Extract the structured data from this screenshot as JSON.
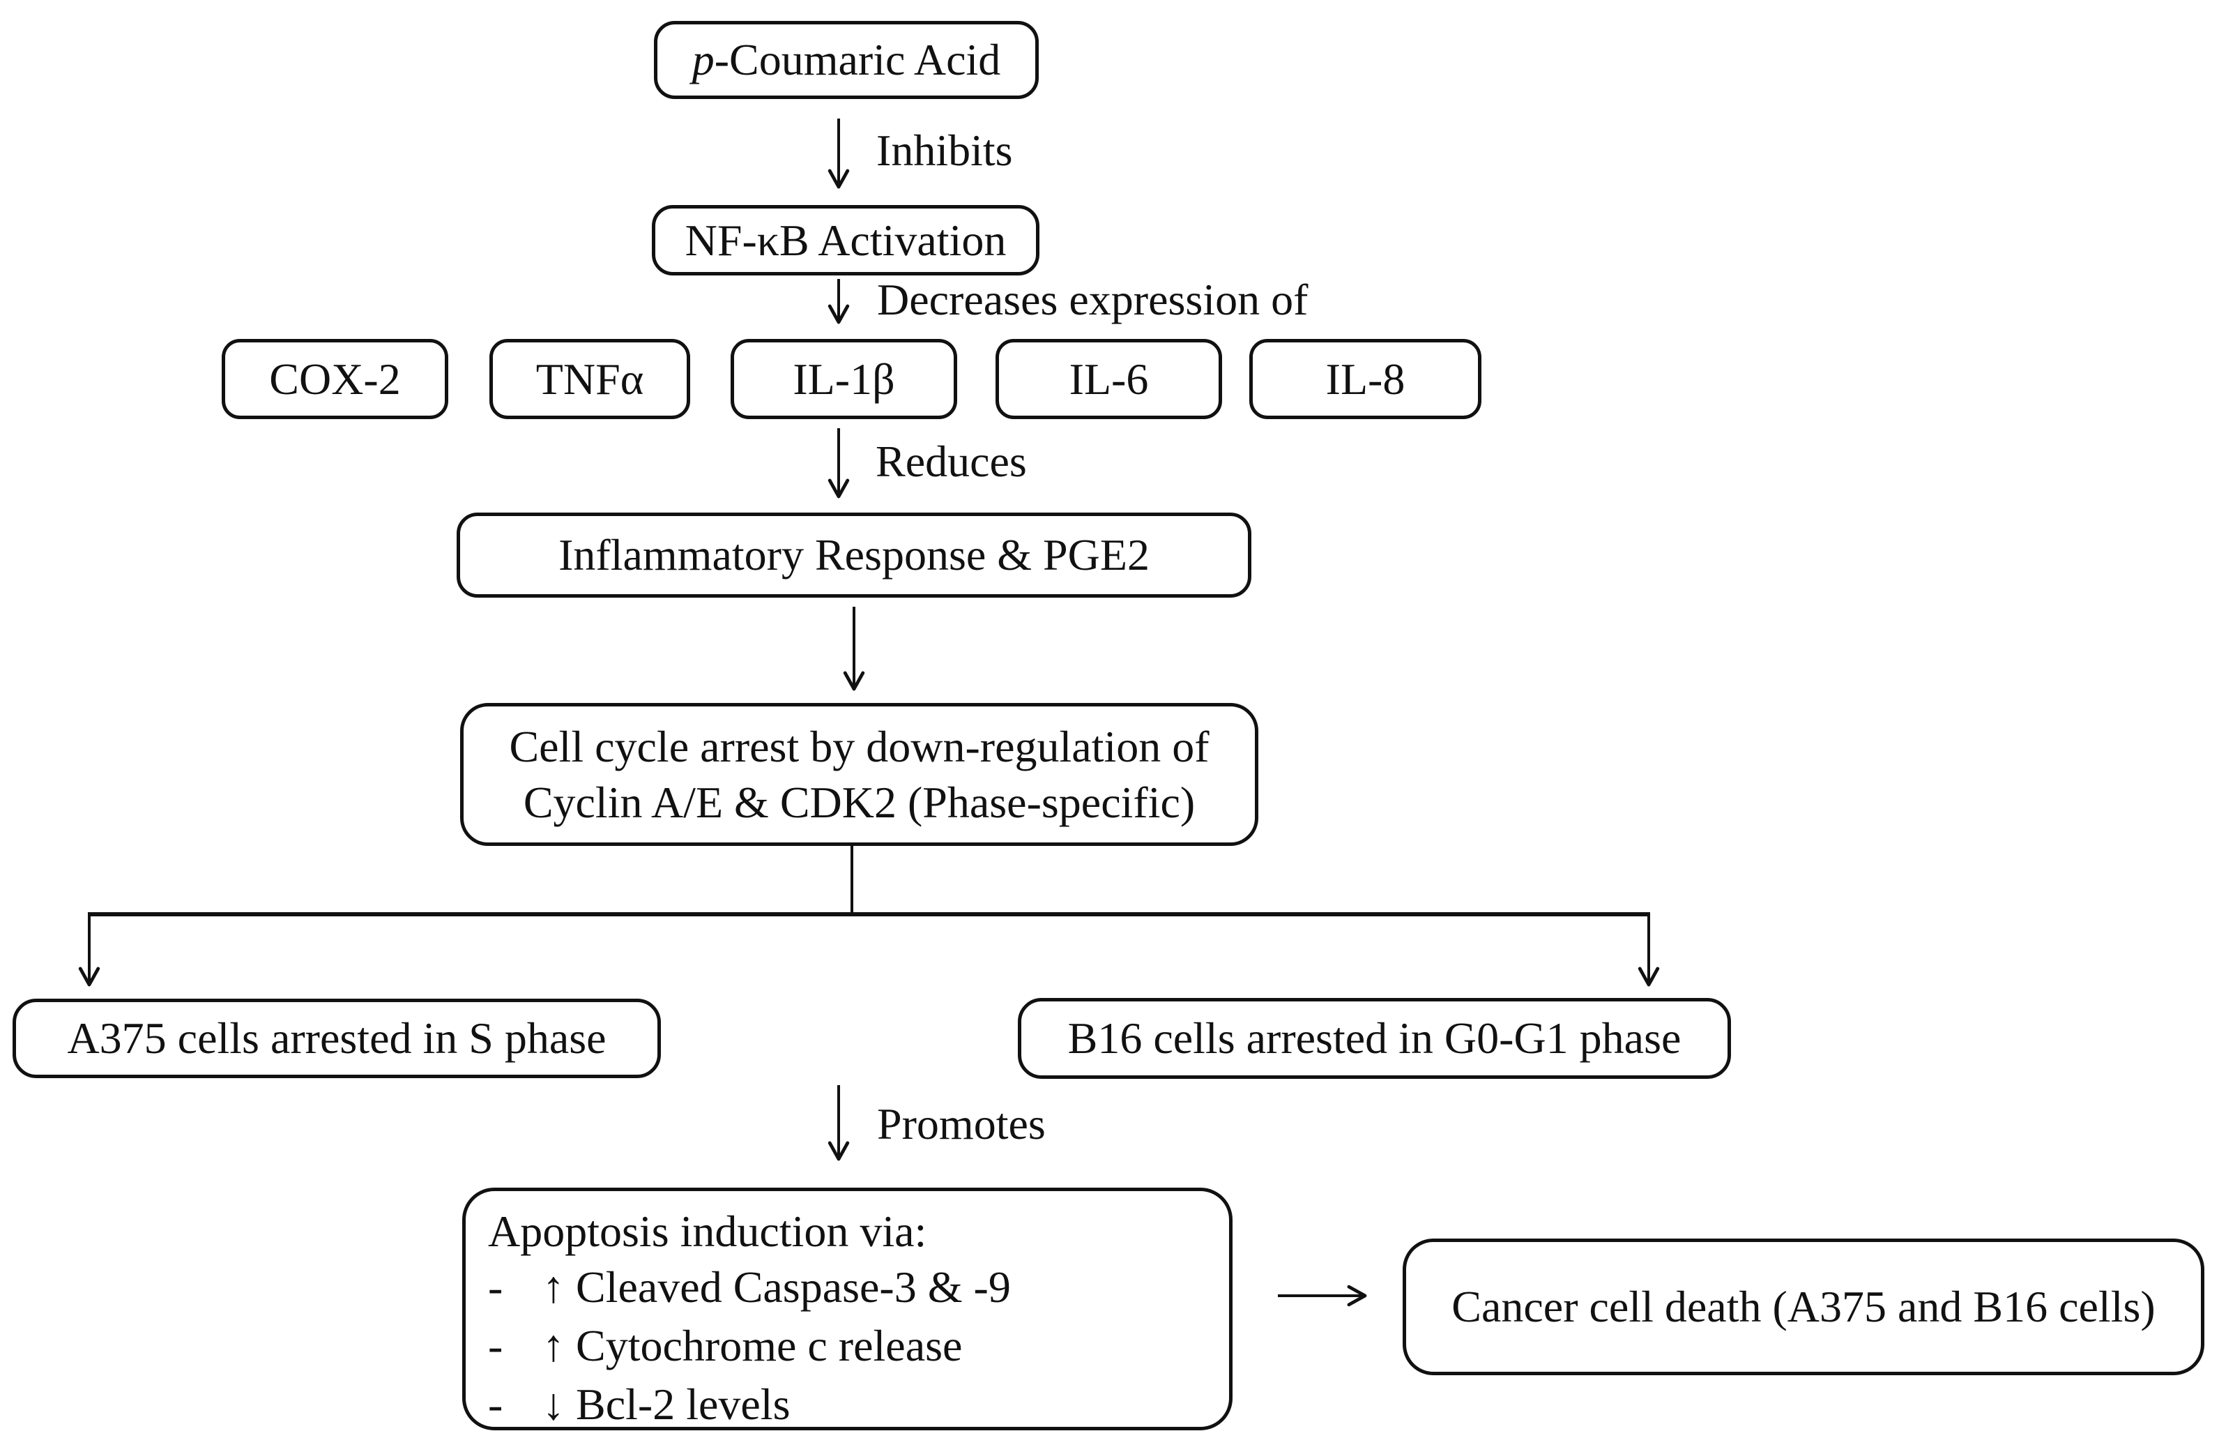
{
  "flow": {
    "nodes": {
      "p_coumaric": {
        "italic_part": "p",
        "text": "-Coumaric Acid"
      },
      "nfkb": "NF-κB Activation",
      "mediators": [
        "COX-2",
        "TNFα",
        "IL-1β",
        "IL-6",
        "IL-8"
      ],
      "inflammatory": "Inflammatory Response & PGE2",
      "cell_cycle": {
        "line1": "Cell cycle arrest by down-regulation of",
        "line2": "Cyclin A/E & CDK2 (Phase-specific)"
      },
      "a375": "A375 cells arrested in S phase",
      "b16": "B16 cells arrested in G0-G1 phase",
      "apoptosis": {
        "title": "Apoptosis induction via:",
        "bullet": "-",
        "items": [
          "↑ Cleaved Caspase-3 & -9",
          "↑ Cytochrome c release",
          "↓ Bcl-2 levels"
        ]
      },
      "cancer": "Cancer cell death (A375 and B16 cells)"
    },
    "edge_labels": {
      "inhibits": "Inhibits",
      "decreases": "Decreases expression of",
      "reduces": "Reduces",
      "promotes": "Promotes"
    }
  },
  "colors": {
    "stroke": "#111111",
    "background": "#ffffff",
    "text": "#111111"
  }
}
